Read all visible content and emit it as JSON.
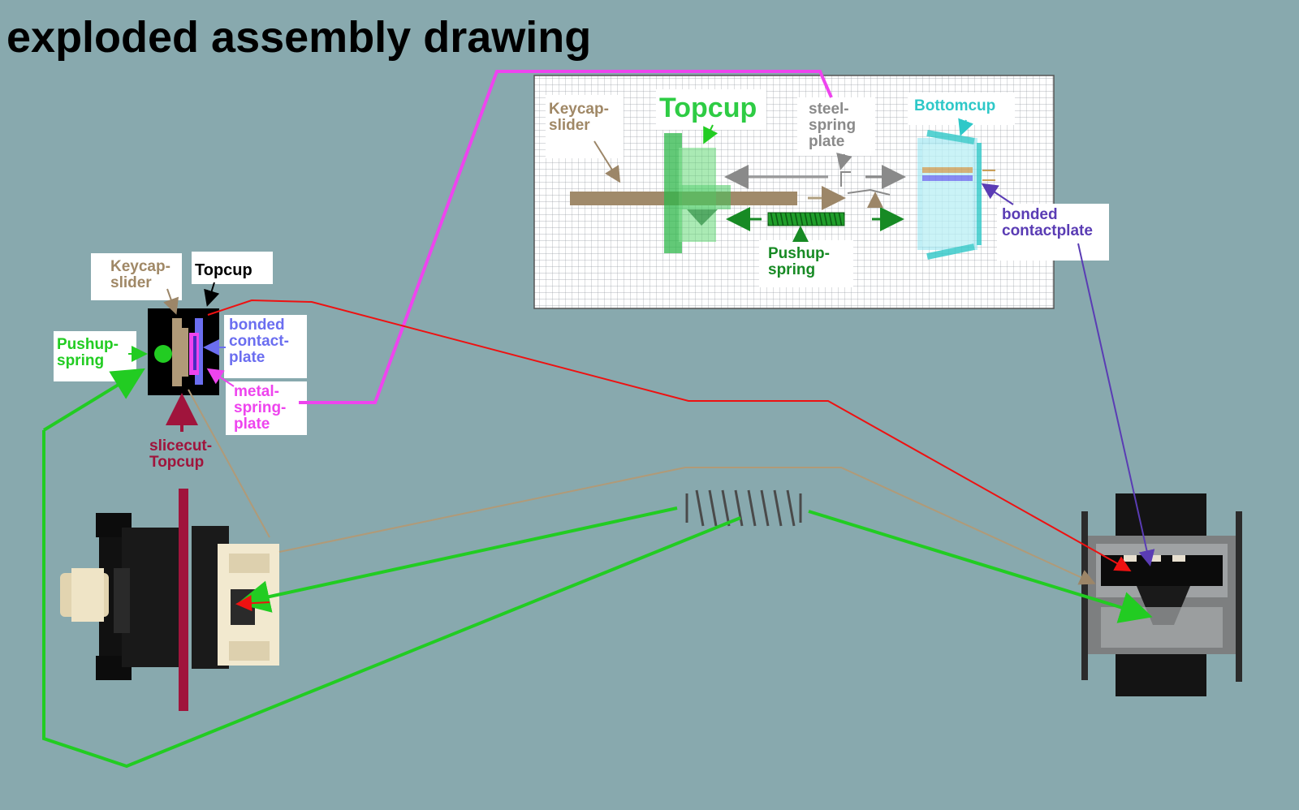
{
  "title": "exploded assembly drawing",
  "colors": {
    "background": "#88a9ae",
    "magenta": "#ee44ee",
    "green": "#22cc22",
    "red": "#ee1111",
    "tan": "#b09a78",
    "crimson": "#a0143c",
    "purple": "#5a3cb4",
    "blue": "#6b6ef0",
    "cyan": "#2ec8c8"
  },
  "crosssection": {
    "keycap_slider": "Keycap-\nslider",
    "topcup": "Topcup",
    "bonded_contact_plate": "bonded\ncontact-\nplate",
    "pushup_spring": "Pushup-\nspring",
    "metal_spring_plate": "metal-\nspring-\nplate",
    "slicecut_topcup": "slicecut-\nTopcup"
  },
  "grid_drawing": {
    "keycap_slider": "Keycap-\nslider",
    "topcup": "Topcup",
    "steel_spring_plate": "steel-\nspring\nplate",
    "bottomcup": "Bottomcup",
    "bonded_contactplate": "bonded\ncontactplate",
    "pushup_spring": "Pushup-\nspring"
  }
}
